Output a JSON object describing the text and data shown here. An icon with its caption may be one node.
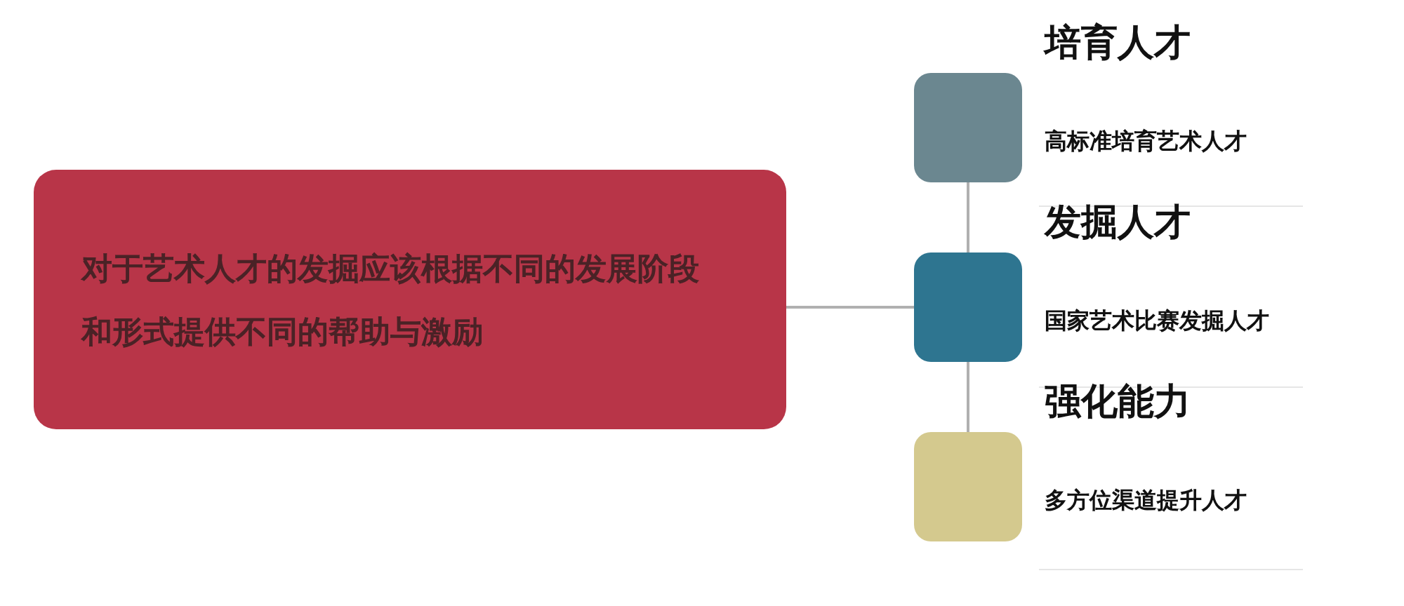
{
  "diagram": {
    "nodes": [
      {
        "text": [
          "对于艺术人才的发掘应该根据不同的发展阶段和形式提供不同的帮助与激励"
        ]
      },
      {
        "text": [],
        "shape": "box",
        "beside": [
          "培育人才",
          "高标准培育艺术人才"
        ]
      },
      {
        "text": [],
        "shape": "box",
        "beside": [
          "发掘人才",
          "国家艺术比赛发掘人才"
        ]
      },
      {
        "text": [],
        "shape": "box",
        "beside": [
          "强化能力",
          "多方位渠道提升人才"
        ]
      }
    ],
    "edges": [
      {
        "from": 0,
        "to": 2,
        "arrow": "none"
      },
      {
        "from": 1,
        "to": 2,
        "arrow": "none"
      },
      {
        "from": 2,
        "to": 3,
        "arrow": "none"
      }
    ]
  }
}
